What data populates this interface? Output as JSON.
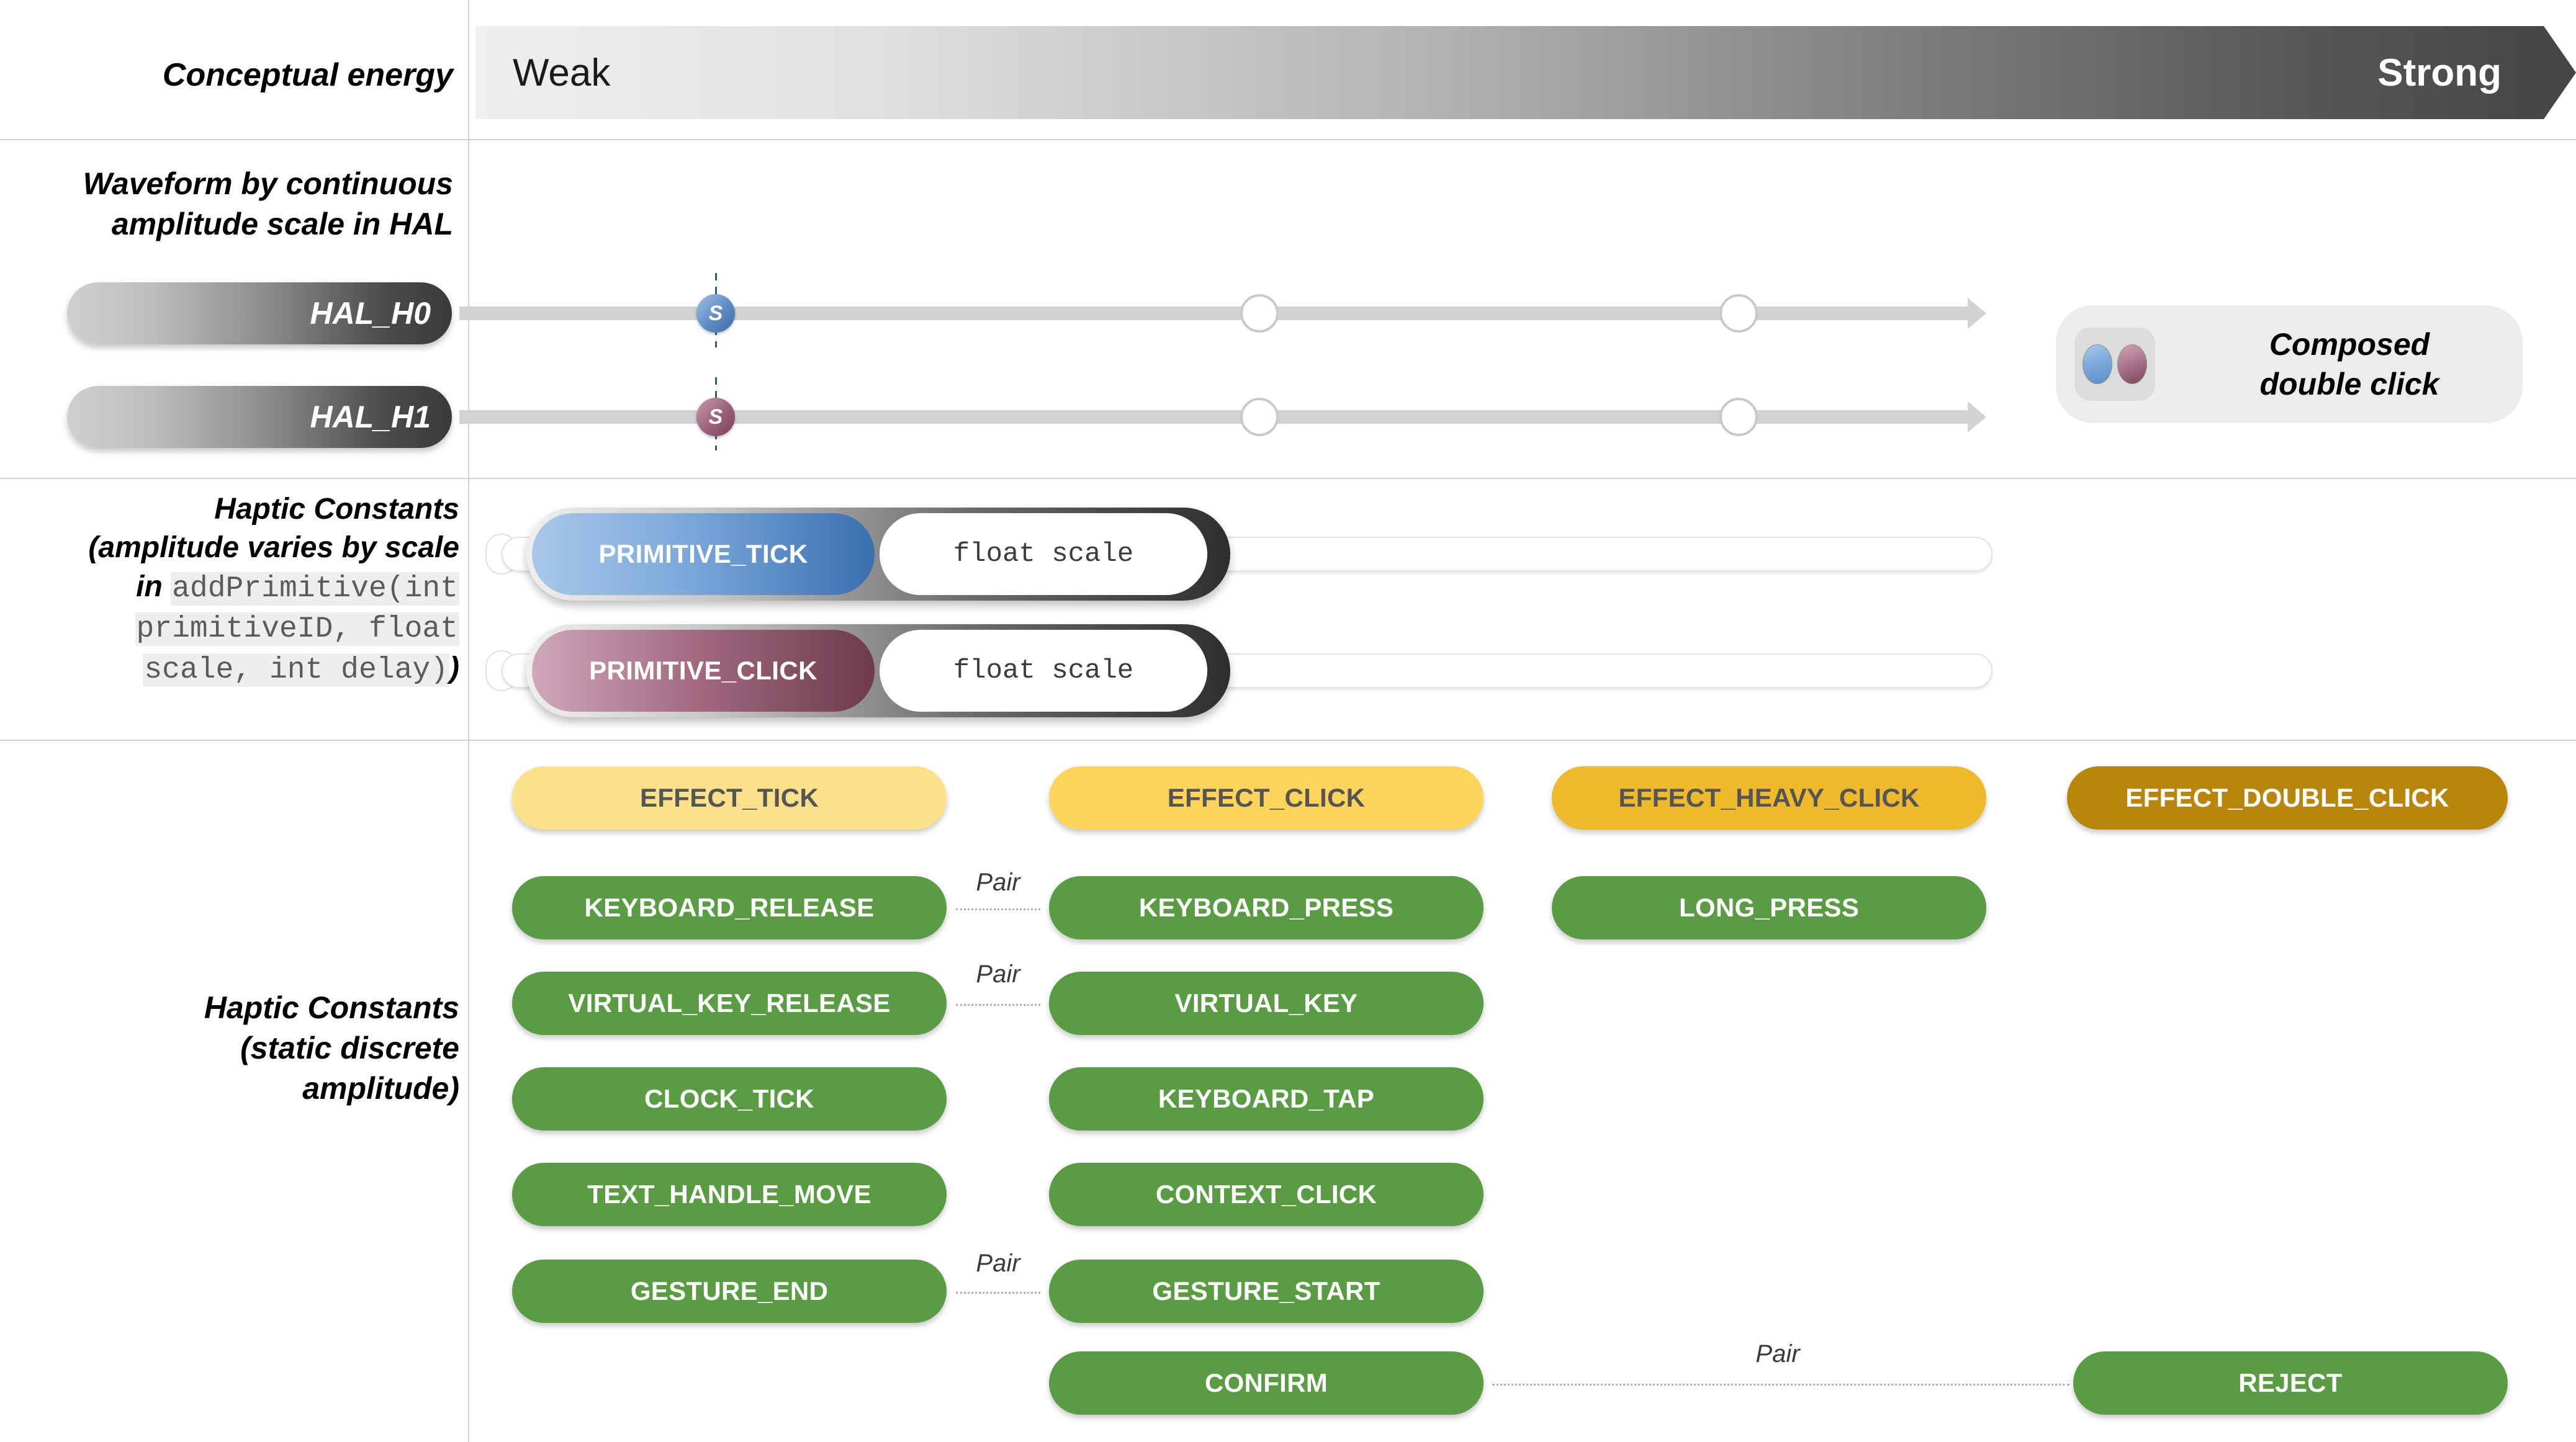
{
  "energy_axis": {
    "row_label": "Conceptual energy",
    "weak_label": "Weak",
    "strong_label": "Strong"
  },
  "waveform_section": {
    "row_label_line1": "Waveform by continuous",
    "row_label_line2": "amplitude scale in HAL",
    "tracks": [
      {
        "name": "HAL_H0",
        "marker": "S",
        "marker_color": "#5f8cc4"
      },
      {
        "name": "HAL_H1",
        "marker": "S",
        "marker_color": "#9b5f78"
      }
    ],
    "composed_card": {
      "line1": "Composed",
      "line2": "double click",
      "dot1_color": "#7ba7da",
      "dot2_color": "#a66e85"
    }
  },
  "primitive_section": {
    "row_label_line1": "Haptic Constants",
    "row_label_line2": "(amplitude varies by scale",
    "row_label_line3_prefix": "in ",
    "row_label_code1": "addPrimitive(int",
    "row_label_code2": "primitiveID, float",
    "row_label_code3": "scale, int delay)",
    "row_label_suffix": ")",
    "rows": [
      {
        "name": "PRIMITIVE_TICK",
        "arg": "float scale",
        "color": "#3a70b0"
      },
      {
        "name": "PRIMITIVE_CLICK",
        "arg": "float scale",
        "color": "#6e3a4e"
      }
    ]
  },
  "constants_section": {
    "row_label_line1": "Haptic Constants",
    "row_label_line2": "(static discrete",
    "row_label_line3": "amplitude)",
    "effects": [
      {
        "label": "EFFECT_TICK",
        "bg": "#fde18a",
        "fg": "#555555"
      },
      {
        "label": "EFFECT_CLICK",
        "bg": "#fed45b",
        "fg": "#555555"
      },
      {
        "label": "EFFECT_HEAVY_CLICK",
        "bg": "#efb92c",
        "fg": "#555555"
      },
      {
        "label": "EFFECT_DOUBLE_CLICK",
        "bg": "#b8860b",
        "fg": "#ffffff"
      }
    ],
    "green": "#5a9c43",
    "green_fg": "#ffffff",
    "pair_label": "Pair",
    "rows": [
      {
        "left": "KEYBOARD_RELEASE",
        "right": "KEYBOARD_PRESS",
        "third": "LONG_PRESS",
        "paired": true
      },
      {
        "left": "VIRTUAL_KEY_RELEASE",
        "right": "VIRTUAL_KEY",
        "third": null,
        "paired": true
      },
      {
        "left": "CLOCK_TICK",
        "right": "KEYBOARD_TAP",
        "third": null,
        "paired": false
      },
      {
        "left": "TEXT_HANDLE_MOVE",
        "right": "CONTEXT_CLICK",
        "third": null,
        "paired": false
      },
      {
        "left": "GESTURE_END",
        "right": "GESTURE_START",
        "third": null,
        "paired": true
      }
    ],
    "confirm_row": {
      "left": "CONFIRM",
      "right": "REJECT",
      "paired": true
    }
  }
}
